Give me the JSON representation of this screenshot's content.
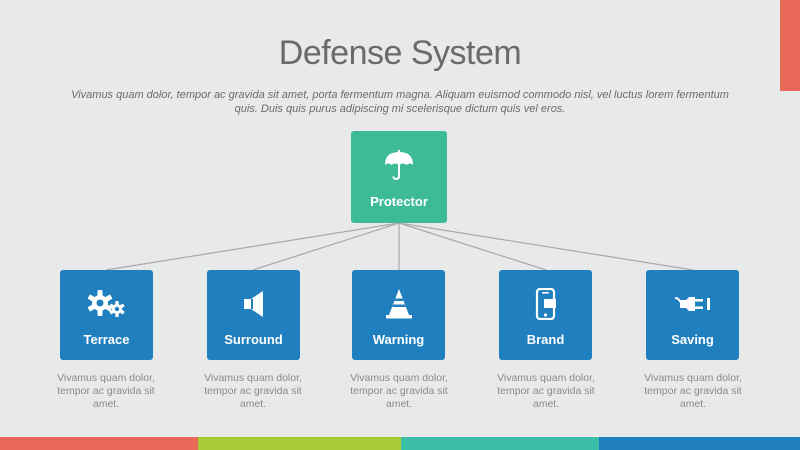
{
  "title": "Defense System",
  "subtitle": "Vivamus quam dolor, tempor ac gravida sit amet, porta fermentum magna. Aliquam euismod commodo nisl, vel luctus lorem fermentum quis. Duis quis purus adipiscing mi scelerisque dictum quis vel eros.",
  "root": {
    "label": "Protector",
    "icon": "umbrella-icon"
  },
  "children": [
    {
      "label": "Terrace",
      "icon": "gears-icon",
      "description": "Vivamus quam dolor, tempor ac gravida sit amet."
    },
    {
      "label": "Surround",
      "icon": "speaker-icon",
      "description": "Vivamus quam dolor, tempor ac gravida sit amet."
    },
    {
      "label": "Warning",
      "icon": "traffic-cone-icon",
      "description": "Vivamus quam dolor, tempor ac gravida sit amet."
    },
    {
      "label": "Brand",
      "icon": "mobile-phone-icon",
      "description": "Vivamus quam dolor, tempor ac gravida sit amet."
    },
    {
      "label": "Saving",
      "icon": "power-plug-icon",
      "description": "Vivamus quam dolor, tempor ac gravida sit amet."
    }
  ],
  "colors": {
    "root": "#3dbb97",
    "child": "#1f7fbf",
    "accent": "#e8695a",
    "bottom_bar": [
      "#e8695a",
      "#a8c938",
      "#3cbfa8",
      "#1f7fbf"
    ]
  }
}
